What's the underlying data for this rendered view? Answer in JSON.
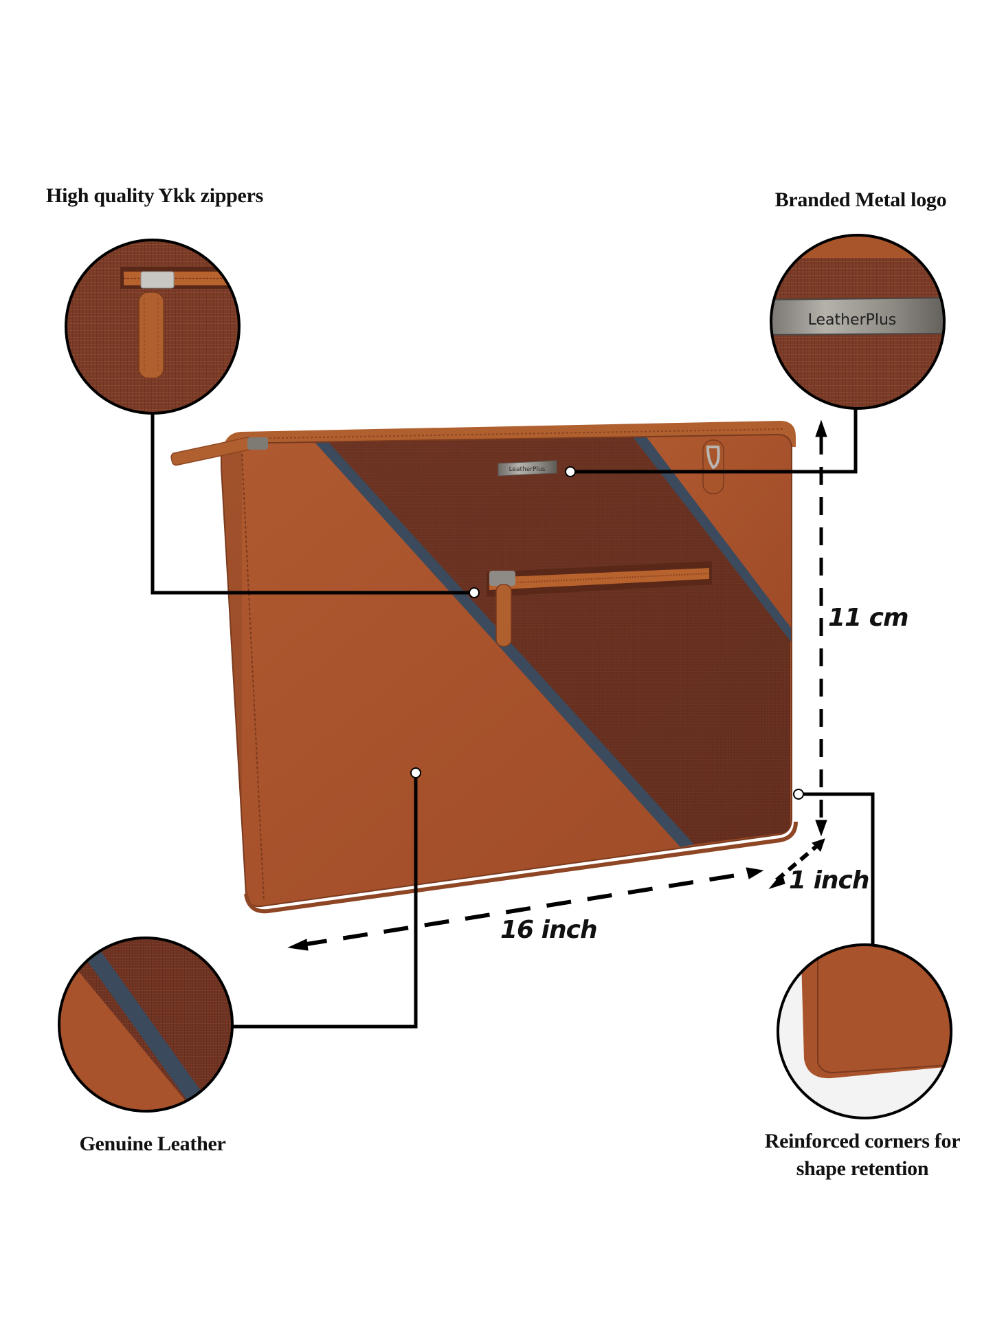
{
  "features": [
    {
      "id": "zippers",
      "label": "High quality Ykk zippers"
    },
    {
      "id": "metal_logo",
      "label": "Branded Metal logo"
    },
    {
      "id": "leather",
      "label": "Genuine Leather"
    },
    {
      "id": "corners",
      "label_line1": "Reinforced corners for",
      "label_line2": "shape retention"
    }
  ],
  "dimensions": {
    "height": "11 cm",
    "depth": "1 inch",
    "width": "16 inch"
  },
  "brand": {
    "logo_text": "LeatherPlus"
  },
  "colors": {
    "tan_leather": "#A9532C",
    "brown_saffiano": "#6E3322",
    "navy_stripe": "#3B4A5C",
    "zipper_tan": "#B8622E",
    "metal": "#8F8A84",
    "line": "#000000"
  }
}
